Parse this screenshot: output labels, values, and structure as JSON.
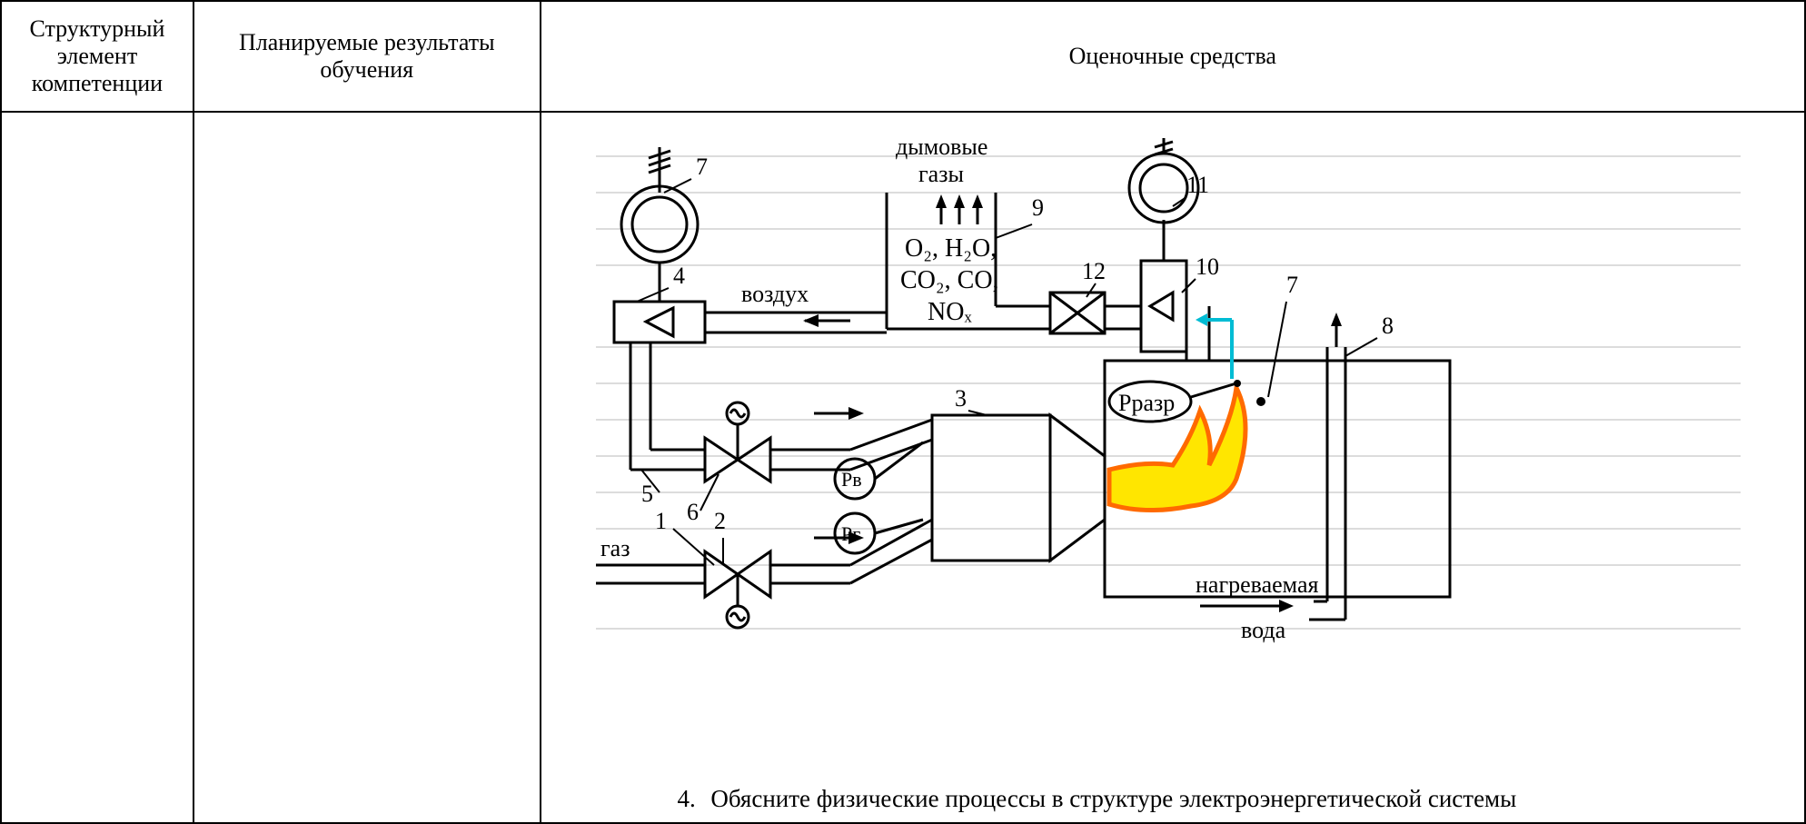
{
  "table": {
    "headers": {
      "structural_element": "Структурный элемент компетенции",
      "planned_results": "Планируемые результаты обучения",
      "assessment_tools": "Оценочные средства"
    }
  },
  "diagram": {
    "labels": {
      "flue_gases_1": "дымовые",
      "flue_gases_2": "газы",
      "gas_mix_1": "O₂, H₂O,",
      "gas_mix_2": "CO₂, CO,",
      "gas_mix_3": "NOₓ",
      "air": "воздух",
      "gas": "газ",
      "heated_water_1": "нагреваемая",
      "heated_water_2": "вода",
      "p_air": "Pв",
      "p_gas": "Pг",
      "p_vac": "Pразр"
    },
    "numbers": {
      "n1": "1",
      "n2": "2",
      "n3": "3",
      "n4": "4",
      "n5": "5",
      "n6": "6",
      "n7a": "7",
      "n7b": "7",
      "n8": "8",
      "n9": "9",
      "n10": "10",
      "n11": "11",
      "n12": "12"
    }
  },
  "question": {
    "number": "4.",
    "text": "Обясните физические процессы  в структуре электроэнергетической системы"
  }
}
